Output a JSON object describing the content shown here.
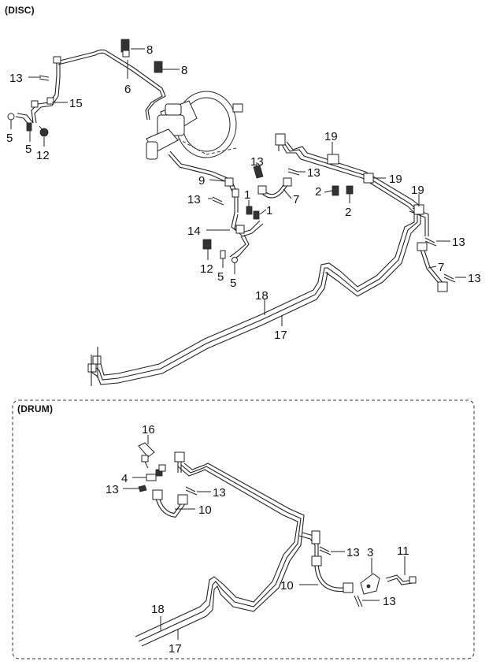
{
  "sections": {
    "disc": {
      "title": "(DISC)"
    },
    "drum": {
      "title": "(DRUM)"
    }
  },
  "callouts": {
    "disc": [
      {
        "id": "d-8a",
        "label": "8"
      },
      {
        "id": "d-8b",
        "label": "8"
      },
      {
        "id": "d-13a",
        "label": "13"
      },
      {
        "id": "d-6",
        "label": "6"
      },
      {
        "id": "d-15",
        "label": "15"
      },
      {
        "id": "d-5a",
        "label": "5"
      },
      {
        "id": "d-5b",
        "label": "5"
      },
      {
        "id": "d-12a",
        "label": "12"
      },
      {
        "id": "d-19a",
        "label": "19"
      },
      {
        "id": "d-19b",
        "label": "19"
      },
      {
        "id": "d-19c",
        "label": "19"
      },
      {
        "id": "d-13b",
        "label": "13"
      },
      {
        "id": "d-13c",
        "label": "13"
      },
      {
        "id": "d-9",
        "label": "9"
      },
      {
        "id": "d-13d",
        "label": "13"
      },
      {
        "id": "d-1a",
        "label": "1"
      },
      {
        "id": "d-1b",
        "label": "1"
      },
      {
        "id": "d-7a",
        "label": "7"
      },
      {
        "id": "d-2a",
        "label": "2"
      },
      {
        "id": "d-2b",
        "label": "2"
      },
      {
        "id": "d-14",
        "label": "14"
      },
      {
        "id": "d-12b",
        "label": "12"
      },
      {
        "id": "d-5c",
        "label": "5"
      },
      {
        "id": "d-5d",
        "label": "5"
      },
      {
        "id": "d-13e",
        "label": "13"
      },
      {
        "id": "d-7b",
        "label": "7"
      },
      {
        "id": "d-13f",
        "label": "13"
      },
      {
        "id": "d-18",
        "label": "18"
      },
      {
        "id": "d-17",
        "label": "17"
      }
    ],
    "drum": [
      {
        "id": "r-16",
        "label": "16"
      },
      {
        "id": "r-4",
        "label": "4"
      },
      {
        "id": "r-13a",
        "label": "13"
      },
      {
        "id": "r-13b",
        "label": "13"
      },
      {
        "id": "r-10a",
        "label": "10"
      },
      {
        "id": "r-13c",
        "label": "13"
      },
      {
        "id": "r-3",
        "label": "3"
      },
      {
        "id": "r-11",
        "label": "11"
      },
      {
        "id": "r-10b",
        "label": "10"
      },
      {
        "id": "r-13d",
        "label": "13"
      },
      {
        "id": "r-18",
        "label": "18"
      },
      {
        "id": "r-17",
        "label": "17"
      }
    ]
  }
}
